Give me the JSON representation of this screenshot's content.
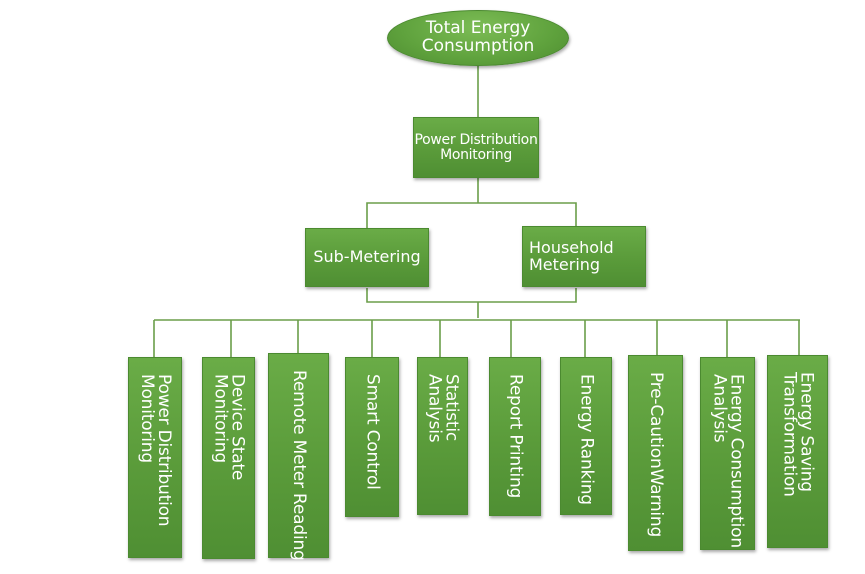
{
  "root": {
    "label": "Total Energy Consumption"
  },
  "level1": {
    "label": "Power Distribution Monitoring"
  },
  "level2": [
    {
      "label": "Sub-Metering"
    },
    {
      "label": "Household Metering"
    }
  ],
  "leaves": [
    {
      "label": "Power Distribution Monitoring"
    },
    {
      "label": "Device State Monitoring"
    },
    {
      "label": "Remote Meter Reading"
    },
    {
      "label": "Smart Control"
    },
    {
      "label": "Statistic Analysis"
    },
    {
      "label": "Report Printing"
    },
    {
      "label": "Energy Ranking"
    },
    {
      "label": "Pre-CautionWarning"
    },
    {
      "label": "Energy Consumption Analysis"
    },
    {
      "label": "Energy Saving Transformation"
    }
  ],
  "colors": {
    "node_fill": "#5fa23d",
    "connector": "#6b9e4a",
    "text": "#ffffff"
  }
}
